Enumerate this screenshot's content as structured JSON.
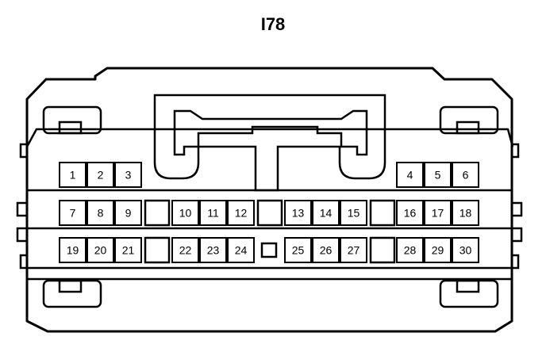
{
  "connector": {
    "id": "I78",
    "pins": [
      "1",
      "2",
      "3",
      "4",
      "5",
      "6",
      "7",
      "8",
      "9",
      "10",
      "11",
      "12",
      "13",
      "14",
      "15",
      "16",
      "17",
      "18",
      "19",
      "20",
      "21",
      "22",
      "23",
      "24",
      "25",
      "26",
      "27",
      "28",
      "29",
      "30"
    ]
  },
  "colors": {
    "stroke": "#000000",
    "background": "#ffffff"
  }
}
